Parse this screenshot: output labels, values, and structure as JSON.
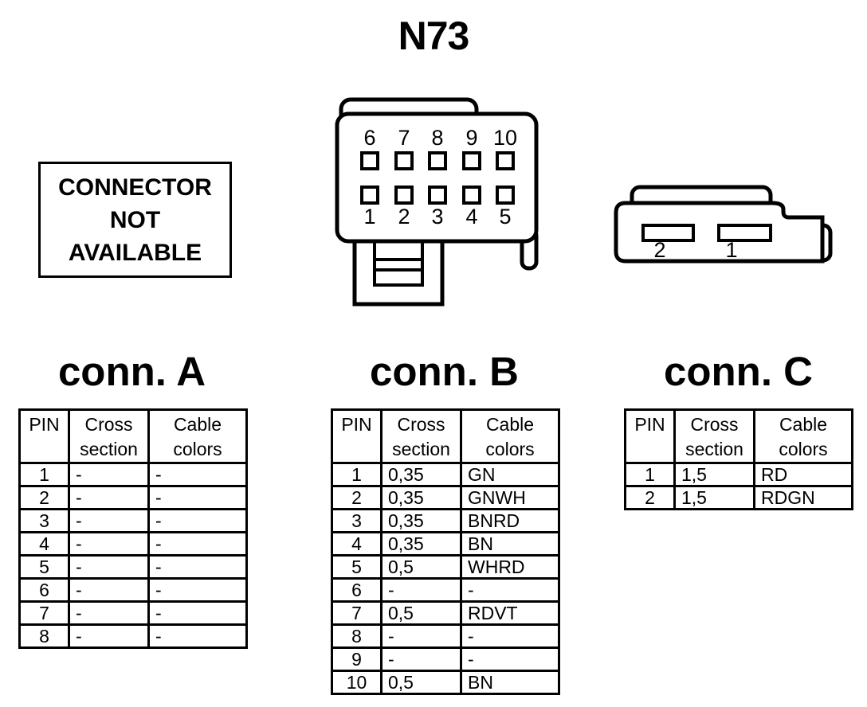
{
  "page": {
    "title": "N73"
  },
  "colors": {
    "ink": "#000000",
    "background": "#ffffff"
  },
  "notice": {
    "lines": [
      "CONNECTOR",
      "NOT",
      "AVAILABLE"
    ]
  },
  "drawings": {
    "b": {
      "top_pins": [
        "6",
        "7",
        "8",
        "9",
        "10"
      ],
      "bottom_pins": [
        "1",
        "2",
        "3",
        "4",
        "5"
      ]
    },
    "c": {
      "pins": [
        "2",
        "1"
      ]
    }
  },
  "tables": {
    "a": {
      "title": "conn. A",
      "headers": [
        "PIN",
        "Cross section",
        "Cable colors"
      ],
      "rows": [
        {
          "pin": "1",
          "cross_section": "-",
          "cable_colors": "-"
        },
        {
          "pin": "2",
          "cross_section": "-",
          "cable_colors": "-"
        },
        {
          "pin": "3",
          "cross_section": "-",
          "cable_colors": "-"
        },
        {
          "pin": "4",
          "cross_section": "-",
          "cable_colors": "-"
        },
        {
          "pin": "5",
          "cross_section": "-",
          "cable_colors": "-"
        },
        {
          "pin": "6",
          "cross_section": "-",
          "cable_colors": "-"
        },
        {
          "pin": "7",
          "cross_section": "-",
          "cable_colors": "-"
        },
        {
          "pin": "8",
          "cross_section": "-",
          "cable_colors": "-"
        }
      ]
    },
    "b": {
      "title": "conn. B",
      "headers": [
        "PIN",
        "Cross section",
        "Cable colors"
      ],
      "rows": [
        {
          "pin": "1",
          "cross_section": "0,35",
          "cable_colors": "GN"
        },
        {
          "pin": "2",
          "cross_section": "0,35",
          "cable_colors": "GNWH"
        },
        {
          "pin": "3",
          "cross_section": "0,35",
          "cable_colors": "BNRD"
        },
        {
          "pin": "4",
          "cross_section": "0,35",
          "cable_colors": "BN"
        },
        {
          "pin": "5",
          "cross_section": "0,5",
          "cable_colors": "WHRD"
        },
        {
          "pin": "6",
          "cross_section": "-",
          "cable_colors": "-"
        },
        {
          "pin": "7",
          "cross_section": "0,5",
          "cable_colors": "RDVT"
        },
        {
          "pin": "8",
          "cross_section": "-",
          "cable_colors": "-"
        },
        {
          "pin": "9",
          "cross_section": "-",
          "cable_colors": "-"
        },
        {
          "pin": "10",
          "cross_section": "0,5",
          "cable_colors": "BN"
        }
      ]
    },
    "c": {
      "title": "conn. C",
      "headers": [
        "PIN",
        "Cross section",
        "Cable colors"
      ],
      "rows": [
        {
          "pin": "1",
          "cross_section": "1,5",
          "cable_colors": "RD"
        },
        {
          "pin": "2",
          "cross_section": "1,5",
          "cable_colors": "RDGN"
        }
      ]
    }
  }
}
